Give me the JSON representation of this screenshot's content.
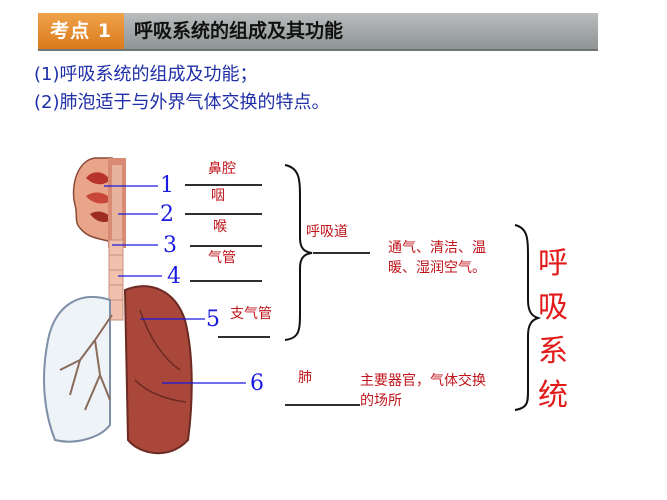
{
  "header": {
    "badge": "考点 1",
    "title": "呼吸系统的组成及其功能"
  },
  "intro": {
    "line1": "(1)呼吸系统的组成及功能；",
    "line2": "(2)肺泡适于与外界气体交换的特点。"
  },
  "markers": [
    "1",
    "2",
    "3",
    "4",
    "5",
    "6"
  ],
  "organs": {
    "nasal_cavity": "鼻腔",
    "pharynx": "咽",
    "larynx": "喉",
    "trachea": "气管",
    "bronchus": "支气管",
    "lung": "肺"
  },
  "groups": {
    "airway": "呼吸道",
    "airway_function": "通气、清洁、温暖、湿润空气。",
    "lung_function": "主要器官，气体交换  的场所",
    "system": "呼吸系统"
  },
  "colors": {
    "marker_blue": "#1a1ae0",
    "label_red": "#c0141b",
    "badge_orange": "#e58a2a",
    "intro_blue": "#1f2fa8"
  }
}
